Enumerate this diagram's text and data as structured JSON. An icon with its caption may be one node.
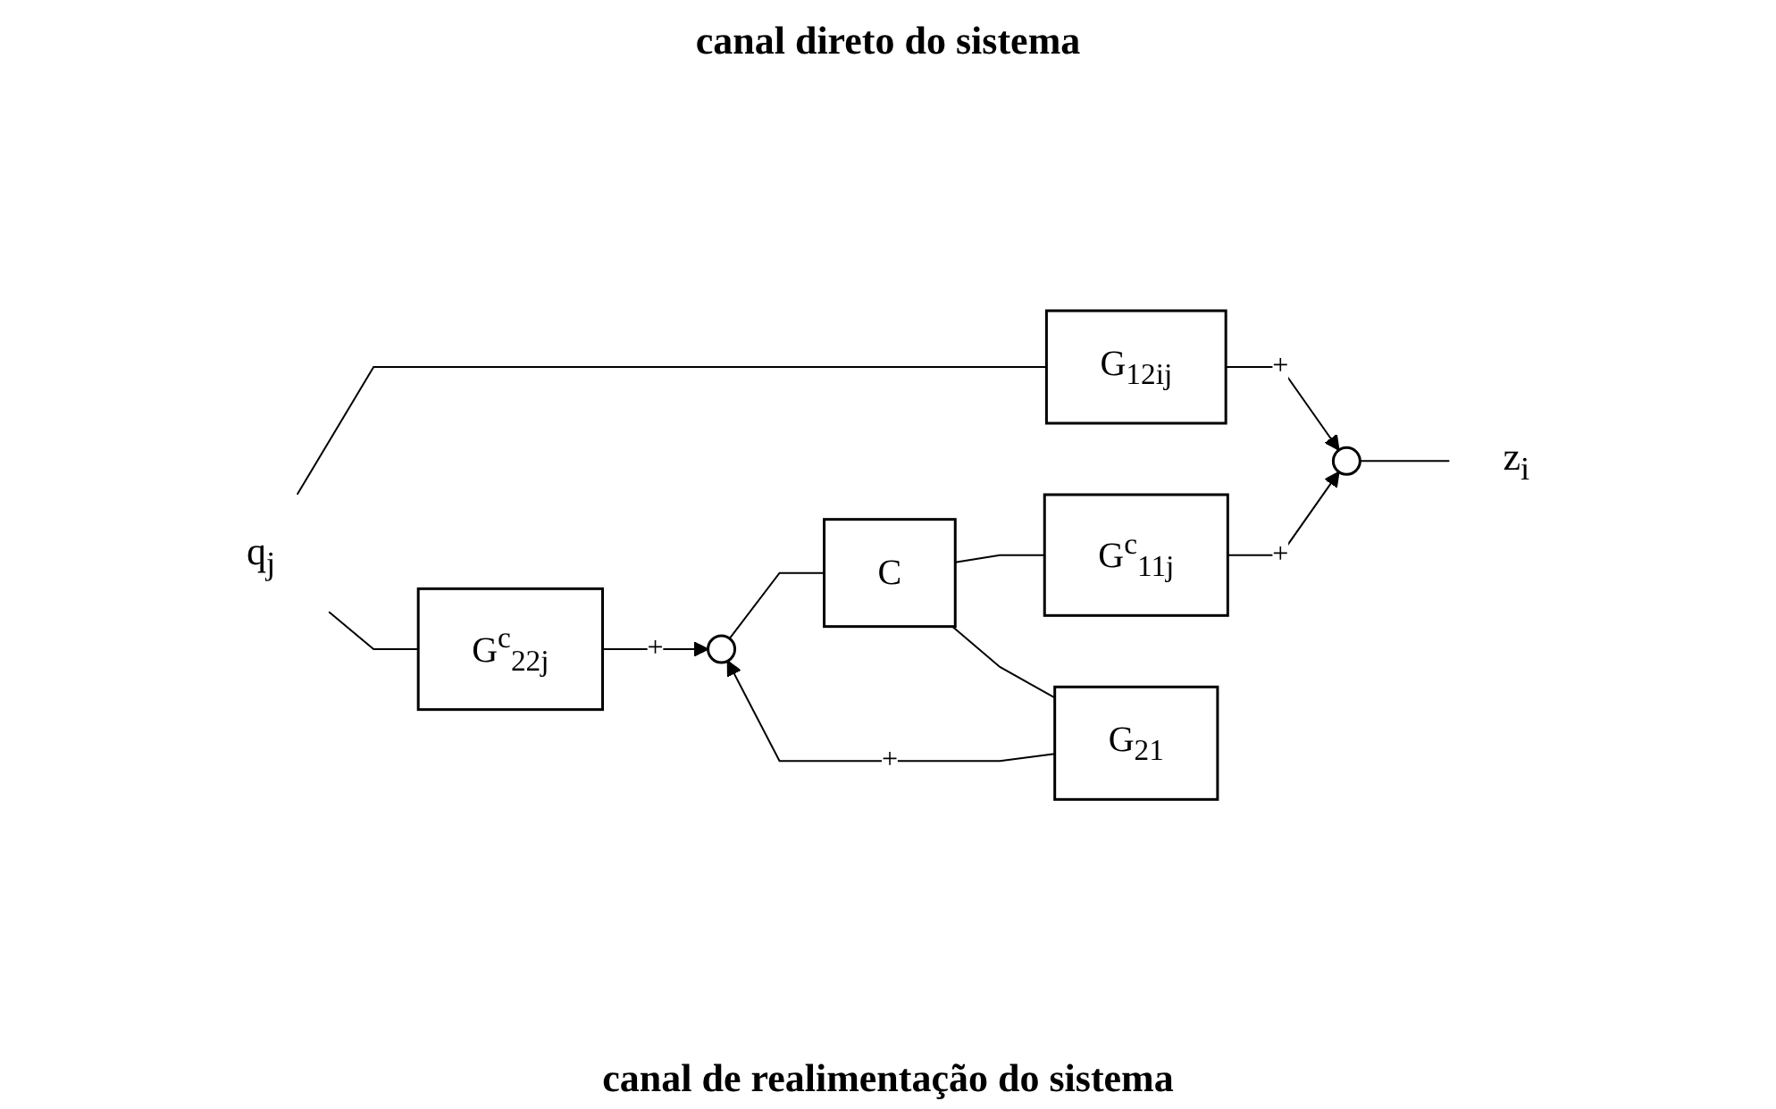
{
  "diagram": {
    "title": "canal direto do sistema",
    "caption": "canal de realimentação do sistema",
    "nodes": [
      {
        "text": [
          "q$_{j}$"
        ]
      },
      {
        "text": [
          "G$_{12ij}$"
        ]
      },
      {
        "text": [],
        "shape": "circle"
      },
      {
        "text": [
          "z$_{i}$"
        ]
      },
      {
        "text": [
          "G$^{c}$$_{22j}$"
        ]
      },
      {
        "text": [],
        "shape": "circle"
      },
      {
        "text": [
          "C"
        ]
      },
      {
        "text": [
          "G$_{21}$"
        ]
      },
      {
        "text": [
          "G$^{c}$$_{11j}$"
        ]
      }
    ],
    "edges": [
      {
        "from": 0,
        "to": 1,
        "arrow": "none"
      },
      {
        "from": 1,
        "to": 2,
        "arrow": "to",
        "label": "+"
      },
      {
        "from": 2,
        "to": 3,
        "arrow": "none"
      },
      {
        "from": 0,
        "to": 4,
        "arrow": "none"
      },
      {
        "from": 4,
        "to": 5,
        "arrow": "to",
        "label": "+"
      },
      {
        "from": 5,
        "to": 6,
        "arrow": "none"
      },
      {
        "from": 6,
        "to": 8,
        "arrow": "none"
      },
      {
        "from": 6,
        "to": 7,
        "arrow": "none"
      },
      {
        "from": 7,
        "to": 5,
        "arrow": "to",
        "label": "+"
      },
      {
        "from": 8,
        "to": 2,
        "arrow": "to",
        "label": "+"
      }
    ]
  }
}
